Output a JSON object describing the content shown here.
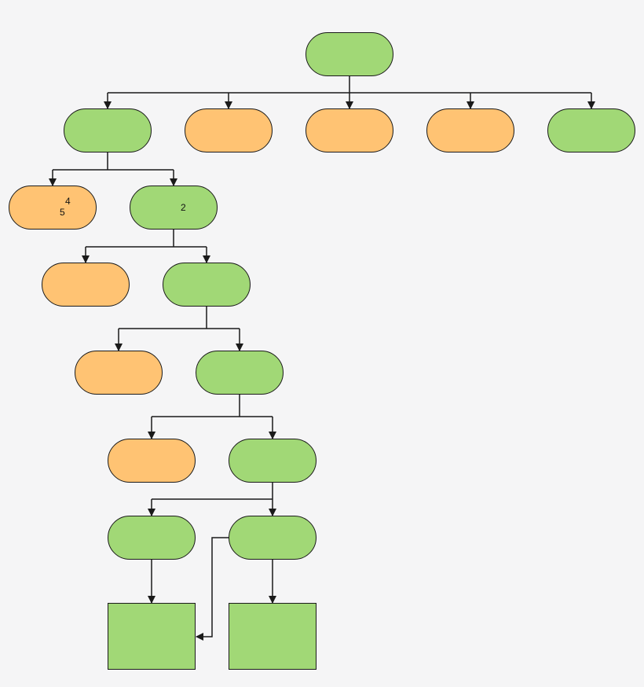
{
  "colors": {
    "background": "#f5f5f6",
    "green_node": "#a1d876",
    "orange_node": "#ffc373",
    "stroke": "#1a1a1a"
  },
  "nodes": {
    "root": {
      "color": "green",
      "shape": "pill"
    },
    "l1_a": {
      "color": "green",
      "shape": "pill"
    },
    "l1_b": {
      "color": "orange",
      "shape": "pill"
    },
    "l1_c": {
      "color": "orange",
      "shape": "pill"
    },
    "l1_d": {
      "color": "orange",
      "shape": "pill"
    },
    "l1_e": {
      "color": "green",
      "shape": "pill"
    },
    "l2_a": {
      "color": "orange",
      "shape": "pill",
      "labels": [
        "4",
        "5"
      ]
    },
    "l2_b": {
      "color": "green",
      "shape": "pill",
      "labels": [
        "2"
      ]
    },
    "l3_a": {
      "color": "orange",
      "shape": "pill"
    },
    "l3_b": {
      "color": "green",
      "shape": "pill"
    },
    "l4_a": {
      "color": "orange",
      "shape": "pill"
    },
    "l4_b": {
      "color": "green",
      "shape": "pill"
    },
    "l5_a": {
      "color": "orange",
      "shape": "pill"
    },
    "l5_b": {
      "color": "green",
      "shape": "pill"
    },
    "l6_a": {
      "color": "green",
      "shape": "pill"
    },
    "l6_b": {
      "color": "green",
      "shape": "pill"
    },
    "l7_a": {
      "color": "green",
      "shape": "rect"
    },
    "l7_b": {
      "color": "green",
      "shape": "rect"
    }
  }
}
